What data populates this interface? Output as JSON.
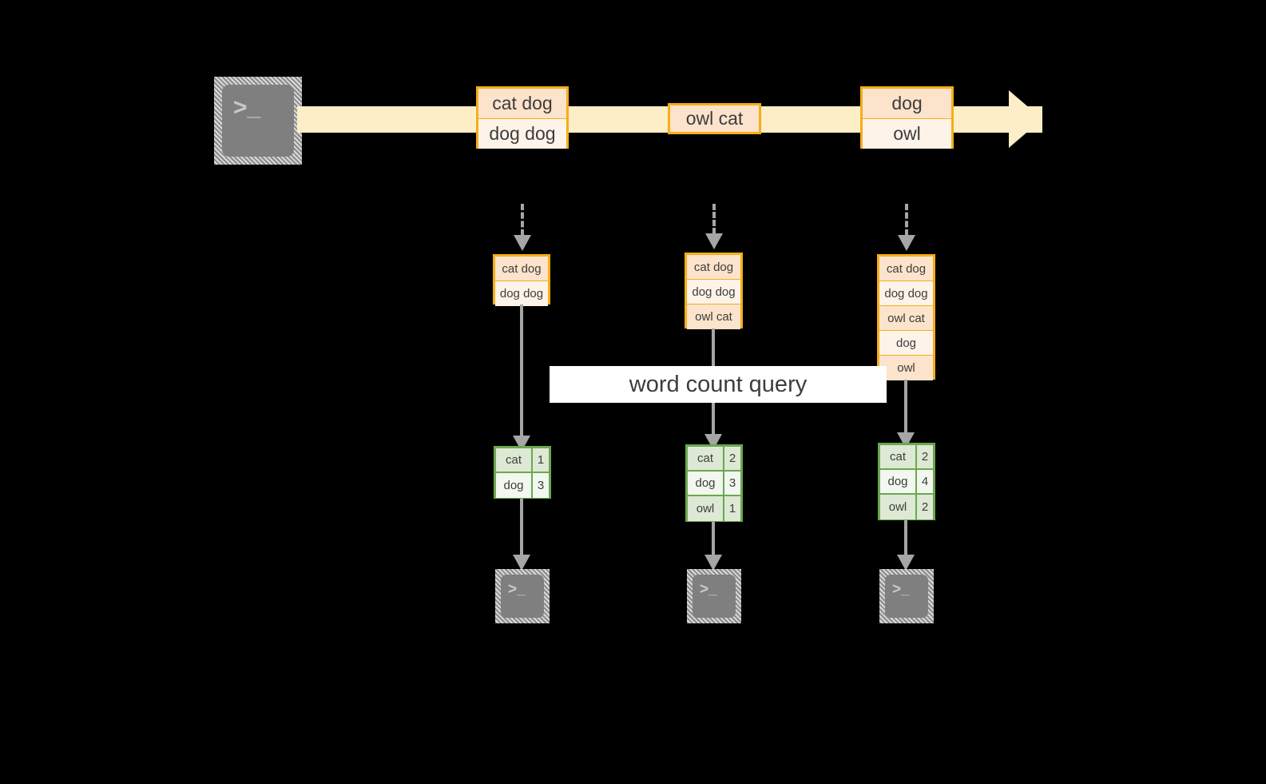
{
  "diagram": {
    "title_label": "word count query",
    "source_icon": "terminal-icon",
    "sink_icon": "terminal-icon",
    "stream_arrow": "right-arrow",
    "colors": {
      "event_border": "#f5ae19",
      "event_fill_dark": "#fce3cb",
      "event_fill_light": "#fdf3e9",
      "stream_band": "#fdeec8",
      "result_border": "#6aa84f",
      "result_fill_dark": "#dde9d4",
      "result_fill_light": "#f2f7ef",
      "connector": "#a6a6a6",
      "icon_body": "#7f7f7f",
      "background": "#000000"
    },
    "terminal_prompt": ">_"
  },
  "stream": {
    "events": [
      {
        "lines": [
          "cat dog",
          "dog dog"
        ]
      },
      {
        "lines": [
          "owl cat"
        ]
      },
      {
        "lines": [
          "dog",
          "owl"
        ]
      }
    ]
  },
  "snapshots": [
    {
      "name": "snapshot-1",
      "input_lines": [
        "cat dog",
        "dog dog"
      ],
      "result": {
        "rows": [
          {
            "word": "cat",
            "count": "1"
          },
          {
            "word": "dog",
            "count": "3"
          }
        ]
      }
    },
    {
      "name": "snapshot-2",
      "input_lines": [
        "cat dog",
        "dog dog",
        "owl cat"
      ],
      "result": {
        "rows": [
          {
            "word": "cat",
            "count": "2"
          },
          {
            "word": "dog",
            "count": "3"
          },
          {
            "word": "owl",
            "count": "1"
          }
        ]
      }
    },
    {
      "name": "snapshot-3",
      "input_lines": [
        "cat dog",
        "dog dog",
        "owl cat",
        "dog",
        "owl"
      ],
      "result": {
        "rows": [
          {
            "word": "cat",
            "count": "2"
          },
          {
            "word": "dog",
            "count": "4"
          },
          {
            "word": "owl",
            "count": "2"
          }
        ]
      }
    }
  ]
}
